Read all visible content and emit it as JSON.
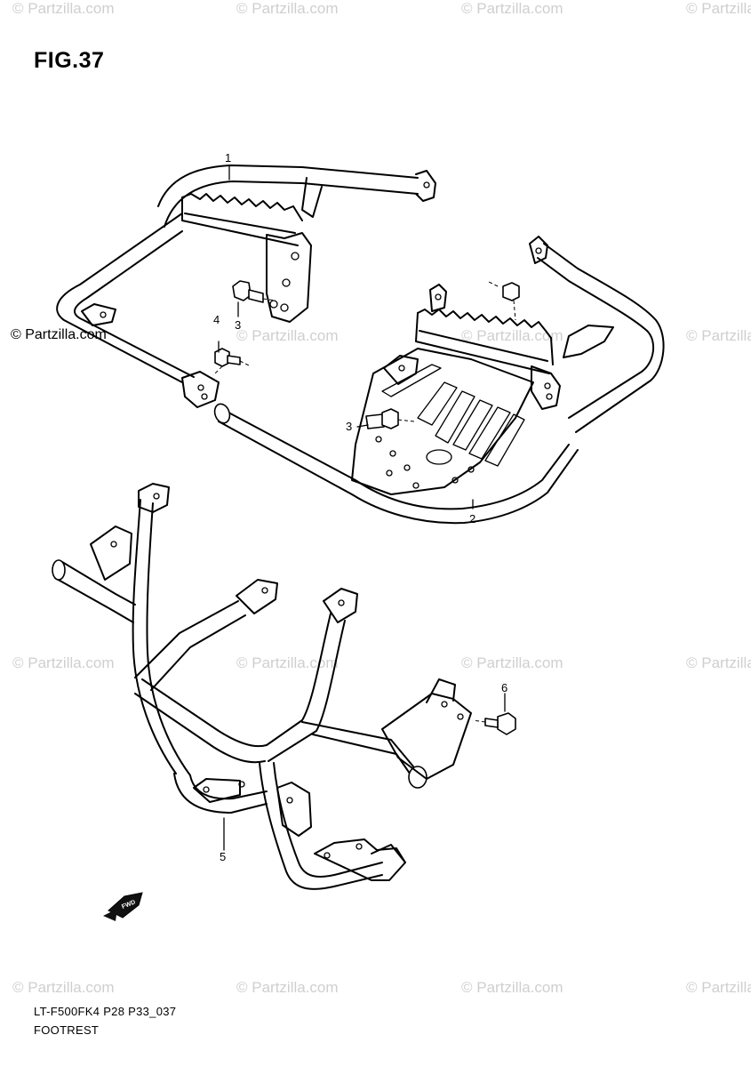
{
  "figure": {
    "title": "FIG.37"
  },
  "watermarks": {
    "text": "© Partzilla.com",
    "prominent": "© Partzilla.com"
  },
  "callouts": [
    "1",
    "2",
    "3",
    "3",
    "4",
    "5",
    "6"
  ],
  "footer": {
    "code": "LT-F500FK4 P28 P33_037",
    "name": "FOOTREST"
  },
  "direction_badge": {
    "label": "FWD"
  }
}
